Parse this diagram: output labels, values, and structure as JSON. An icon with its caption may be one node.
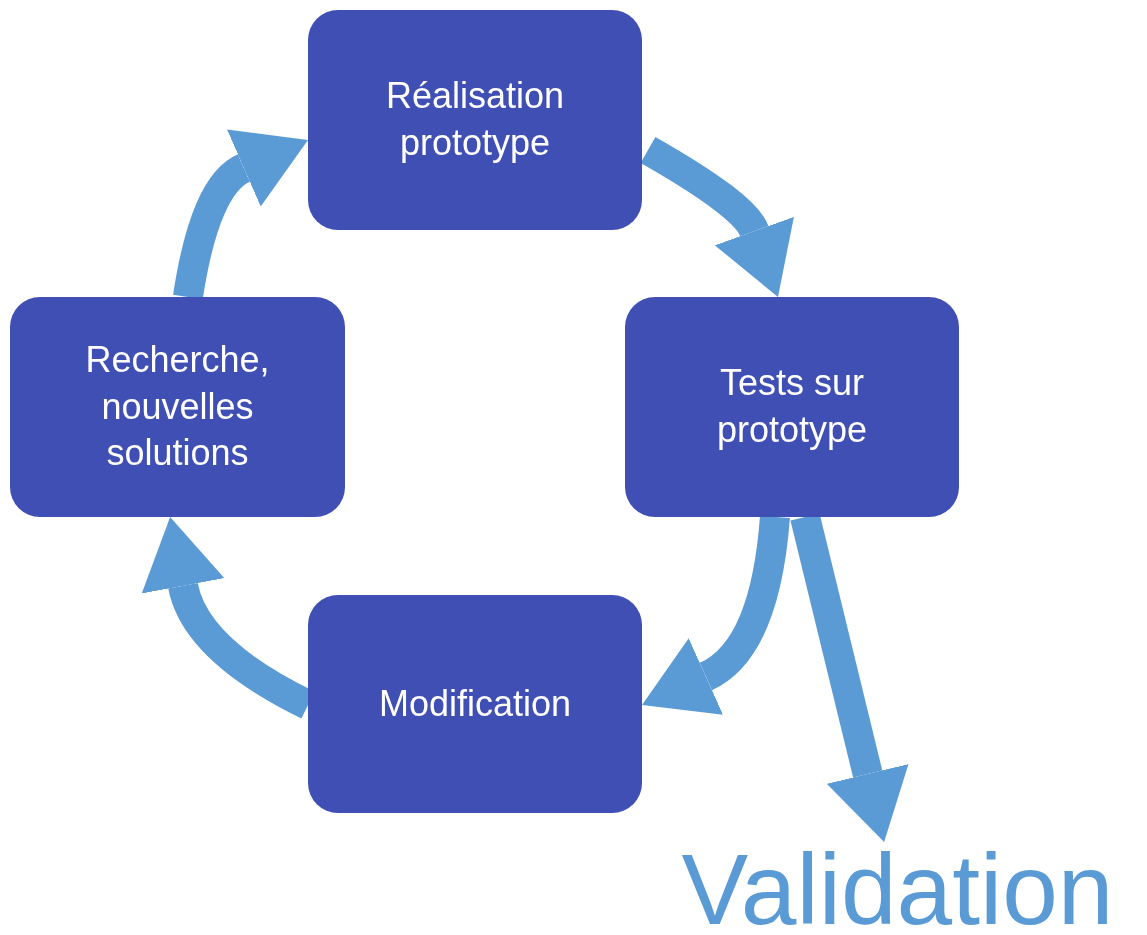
{
  "diagram": {
    "nodes": [
      {
        "text": [
          "Réalisation prototype"
        ]
      },
      {
        "text": [
          "Tests sur prototype"
        ]
      },
      {
        "text": [
          "Modification"
        ]
      },
      {
        "text": [
          "Recherche, nouvelles solutions"
        ]
      },
      {
        "text": [
          "Validation"
        ]
      }
    ],
    "edges": [
      {
        "from": 0,
        "to": 1,
        "arrow": "to"
      },
      {
        "from": 1,
        "to": 2,
        "arrow": "to"
      },
      {
        "from": 2,
        "to": 3,
        "arrow": "to"
      },
      {
        "from": 3,
        "to": 0,
        "arrow": "to"
      },
      {
        "from": 1,
        "to": 4,
        "arrow": "to"
      }
    ]
  }
}
